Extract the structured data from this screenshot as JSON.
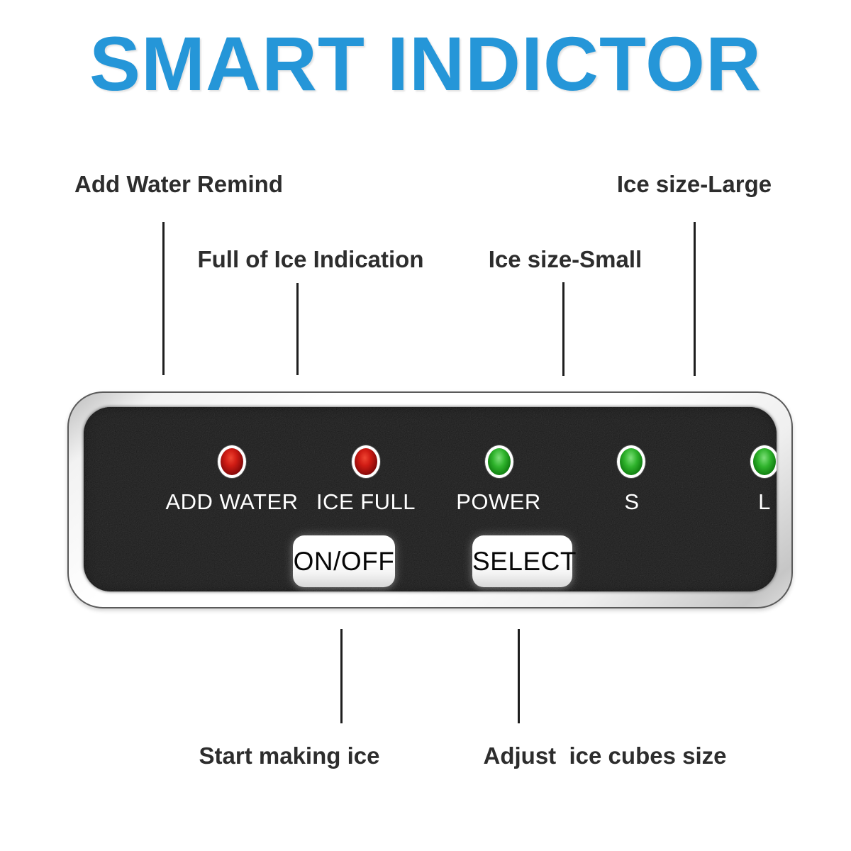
{
  "title": {
    "text": "SMART INDICTOR"
  },
  "colors": {
    "title_blue": "#2596d8",
    "callout_text": "#2d2d2d",
    "panel_black": "#0d0d0d",
    "bezel_white": "#ffffff",
    "led_red": "#d01c14",
    "led_green": "#2fb32c"
  },
  "callouts": {
    "add_water": "Add Water Remind",
    "ice_full": "Full of Ice Indication",
    "ice_small": "Ice size-Small",
    "ice_large": "Ice size-Large",
    "start": "Start making ice",
    "adjust": "Adjust  ice cubes size"
  },
  "panel": {
    "leds": [
      {
        "label": "ADD WATER",
        "color": "red",
        "state": "on"
      },
      {
        "label": "ICE FULL",
        "color": "red",
        "state": "on"
      },
      {
        "label": "POWER",
        "color": "green",
        "state": "on"
      },
      {
        "label": "S",
        "color": "green",
        "state": "on"
      },
      {
        "label": "L",
        "color": "green",
        "state": "on"
      }
    ],
    "buttons": [
      {
        "label": "ON/OFF"
      },
      {
        "label": "SELECT"
      }
    ]
  }
}
